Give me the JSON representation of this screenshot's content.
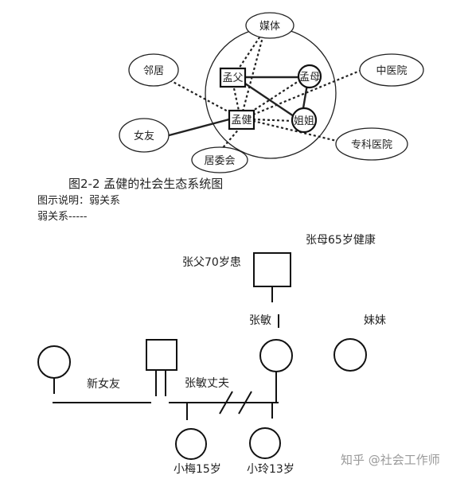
{
  "eco_map": {
    "nodes": {
      "meiti": "媒体",
      "linju": "邻居",
      "zhongyiyuan": "中医院",
      "mengfu": "孟父",
      "mengmu": "孟母",
      "mengjian": "孟健",
      "jiejie": "姐姐",
      "nvyou": "女友",
      "zhuankeyiyuan": "专科医院",
      "juweihui": "居委会"
    },
    "caption": "图2-2  孟健的社会生态系统图",
    "legend_title": "图示说明：弱关系",
    "legend_weak": "弱关系-----"
  },
  "genogram": {
    "father_label": "张父70岁患",
    "mother_label": "张母65岁健康",
    "zhangmin": "张敏",
    "meimei": "妹妹",
    "new_girlfriend": "新女友",
    "zhangmin_husband": "张敏丈夫",
    "xiaomei": "小梅15岁",
    "xiaoling": "小玲13岁"
  },
  "watermark": "知乎 @社会工作师"
}
